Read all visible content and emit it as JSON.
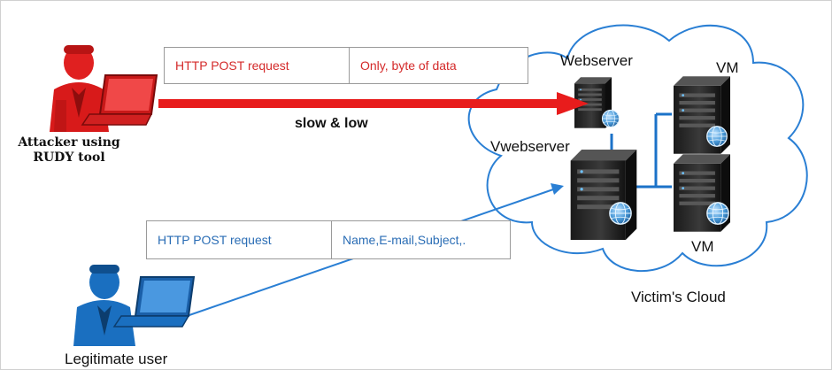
{
  "attacker": {
    "label_line1": "Attacker using",
    "label_line2": "RUDY tool",
    "color": "#e02020"
  },
  "legitimate_user": {
    "label": "Legitimate user",
    "color": "#1a6fc0"
  },
  "attack_request": {
    "field1": "HTTP POST request",
    "field2": "Only, byte of data",
    "text_color": "#d42a2a"
  },
  "legit_request": {
    "field1": "HTTP POST request",
    "field2": "Name,E-mail,Subject,.",
    "text_color": "#2a6db5"
  },
  "attack_arrow_label": "slow & low",
  "cloud": {
    "label": "Victim's Cloud",
    "stroke_color": "#2a7fd4"
  },
  "servers": {
    "webserver": "Webserver",
    "vwebserver": "Vwebserver",
    "vm_top": "VM",
    "vm_bottom": "VM"
  },
  "colors": {
    "attack_arrow": "#e81c1c",
    "legit_arrow": "#2a7fd4",
    "server_body": "#2b2b2b",
    "globe": "#4a9ad8"
  }
}
